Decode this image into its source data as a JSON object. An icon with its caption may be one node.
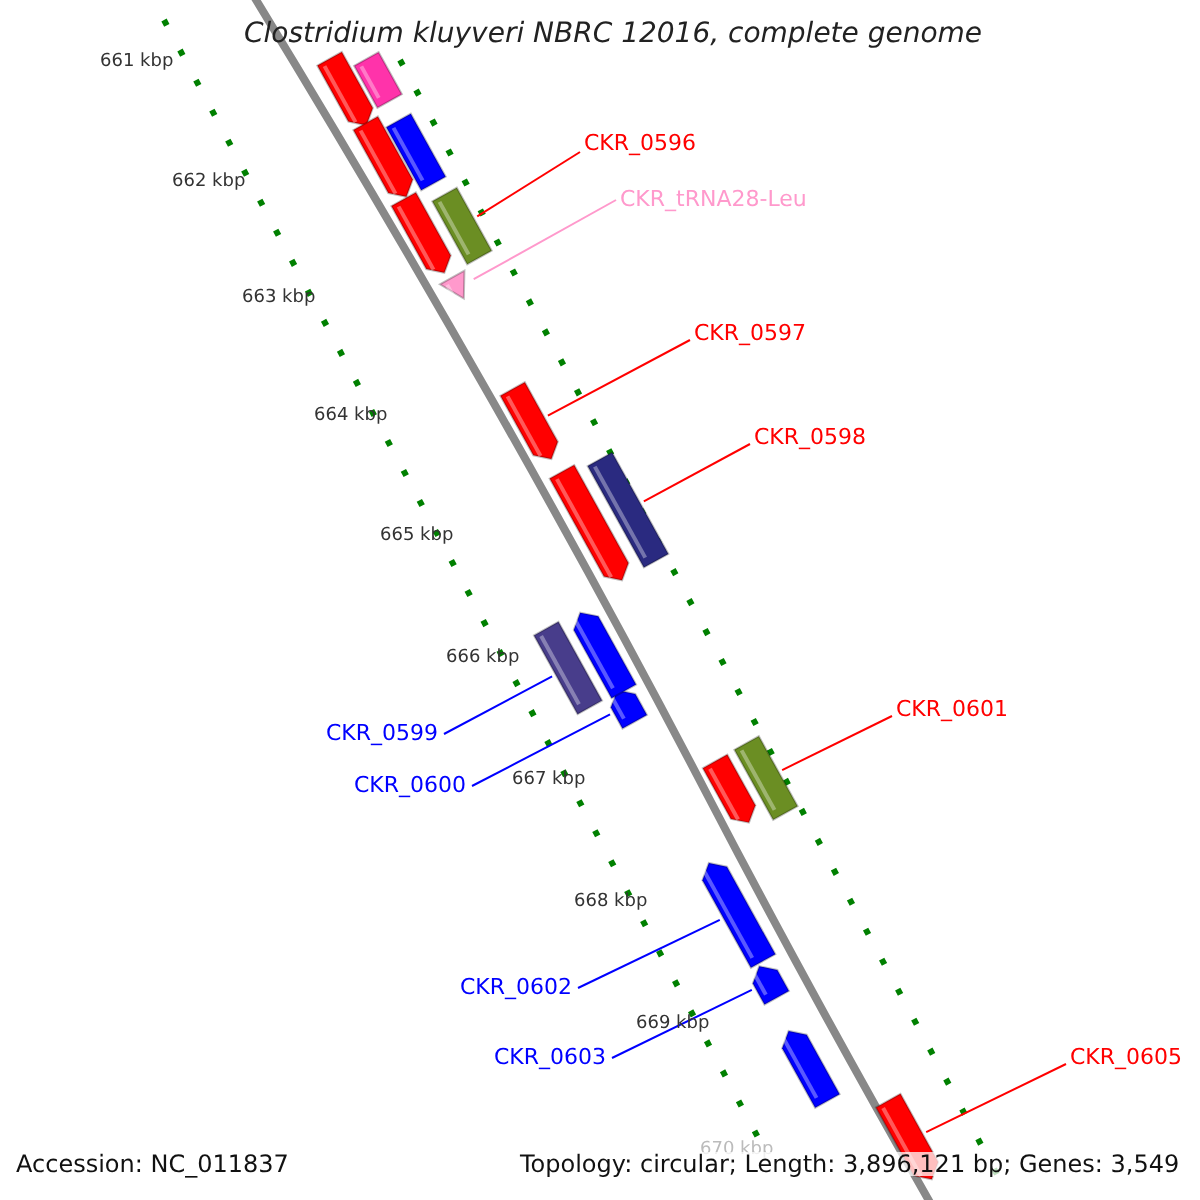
{
  "diagram": {
    "title": "Clostridium kluyveri NBRC 12016, complete genome",
    "nodes": [
      {
        "text": [
          "CKR_0596"
        ]
      },
      {
        "text": [],
        "shape": "bar"
      },
      {
        "text": [
          "CKR_tRNA28-Leu"
        ]
      },
      {
        "text": [],
        "shape": "triangle"
      },
      {
        "text": [
          "CKR_0597"
        ]
      },
      {
        "text": [],
        "shape": "arrow"
      },
      {
        "text": [
          "CKR_0598"
        ]
      },
      {
        "text": [],
        "shape": "bar"
      },
      {
        "text": [
          "CKR_0601"
        ]
      },
      {
        "text": [],
        "shape": "bar"
      },
      {
        "text": [
          "CKR_0599"
        ]
      },
      {
        "text": [],
        "shape": "bar"
      },
      {
        "text": [
          "CKR_0600"
        ]
      },
      {
        "text": [],
        "shape": "arrow"
      },
      {
        "text": [
          "CKR_0602"
        ]
      },
      {
        "text": [],
        "shape": "arrow"
      },
      {
        "text": [
          "CKR_0603"
        ]
      },
      {
        "text": [],
        "shape": "arrow"
      },
      {
        "text": [
          "CKR_0605"
        ]
      },
      {
        "text": [],
        "shape": "arrow"
      },
      {
        "text": [],
        "shape": "bar"
      },
      {
        "text": [],
        "shape": "arrow"
      },
      {
        "text": [],
        "shape": "bar"
      },
      {
        "text": [],
        "shape": "arrow"
      },
      {
        "text": [],
        "shape": "arrow"
      },
      {
        "text": [],
        "shape": "arrow"
      },
      {
        "text": [],
        "shape": "arrow"
      },
      {
        "text": [],
        "shape": "arrow"
      },
      {
        "text": [],
        "shape": "arrow"
      }
    ],
    "edges": [
      {
        "from": 0,
        "to": 1,
        "arrow": "none"
      },
      {
        "from": 2,
        "to": 3,
        "arrow": "none",
        "color": "#ff99cc"
      },
      {
        "from": 4,
        "to": 5,
        "arrow": "none"
      },
      {
        "from": 6,
        "to": 7,
        "arrow": "none"
      },
      {
        "from": 8,
        "to": 9,
        "arrow": "none"
      },
      {
        "from": 10,
        "to": 11,
        "arrow": "none",
        "color": "#0000ff"
      },
      {
        "from": 12,
        "to": 13,
        "arrow": "none",
        "color": "#0000ff"
      },
      {
        "from": 14,
        "to": 15,
        "arrow": "none",
        "color": "#0000ff"
      },
      {
        "from": 16,
        "to": 17,
        "arrow": "none",
        "color": "#0000ff"
      },
      {
        "from": 18,
        "to": 19,
        "arrow": "none"
      }
    ],
    "labels": [
      "661 kbp",
      "662 kbp",
      "663 kbp",
      "664 kbp",
      "665 kbp",
      "666 kbp",
      "667 kbp",
      "668 kbp",
      "669 kbp",
      "670 kbp",
      "Accession: NC_011837",
      "Topology: circular; Length: 3,896,121 bp; Genes: 3,549"
    ]
  }
}
